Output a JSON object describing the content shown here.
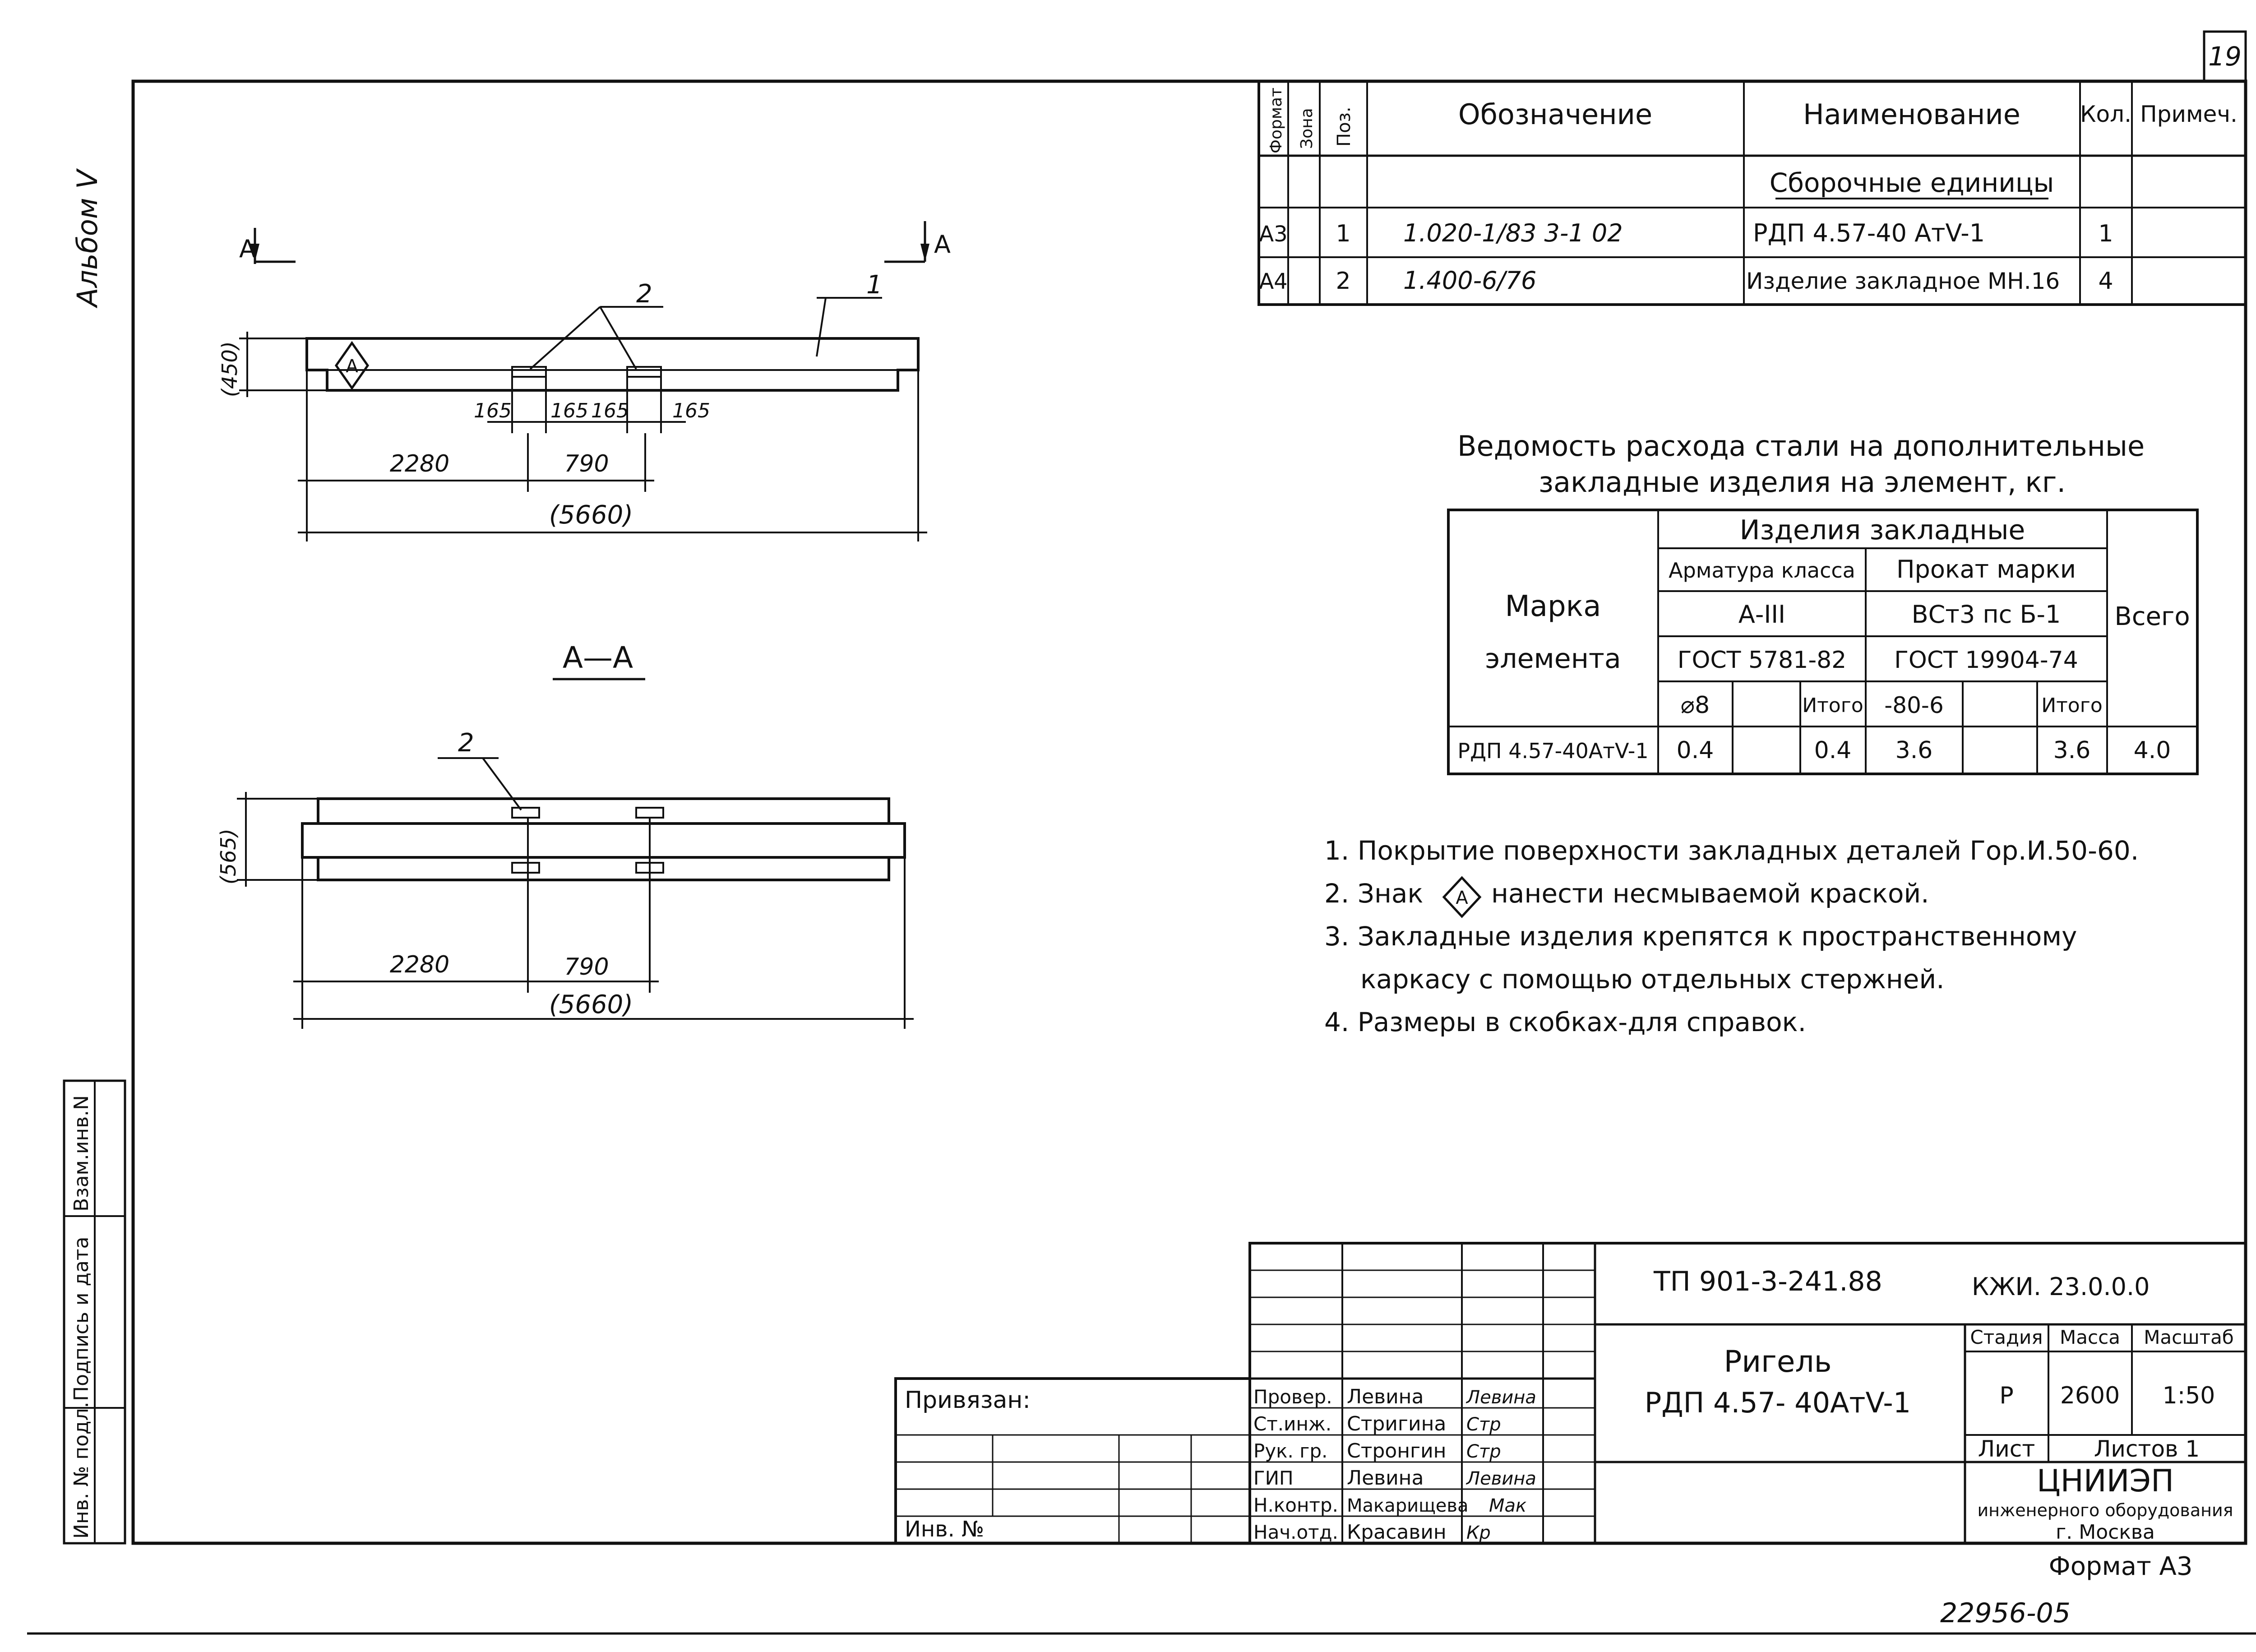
{
  "page_number": "19",
  "album_label": "Альбом V",
  "spec": {
    "headers": {
      "format": "Формат",
      "zone": "Зона",
      "pos": "Поз.",
      "designation": "Обозначение",
      "name": "Наименование",
      "qty": "Кол.",
      "note": "Примеч."
    },
    "section_title": "Сборочные единицы",
    "rows": [
      {
        "format": "А3",
        "pos": "1",
        "designation": "1.020-1/83 3-1 02",
        "name": "РДП 4.57-40 АтV-1",
        "qty": "1",
        "note": ""
      },
      {
        "format": "А4",
        "pos": "2",
        "designation": "1.400-6/76",
        "name": "Изделие закладное МН.16",
        "qty": "4",
        "note": ""
      }
    ]
  },
  "plan_view": {
    "section_mark_letter": "А",
    "callout_1": "1",
    "callout_2": "2",
    "height_dim": "(450)",
    "dims_small": [
      "165",
      "165",
      "165",
      "165"
    ],
    "dim_2280": "2280",
    "dim_790": "790",
    "dim_total": "(5660)",
    "diamond_label": "А"
  },
  "section_view": {
    "title": "А—А",
    "callout_2": "2",
    "height_dim": "(565)",
    "dim_2280": "2280",
    "dim_790": "790",
    "dim_total": "(5660)"
  },
  "steel_table": {
    "title_line1": "Ведомость расхода стали на дополнительные",
    "title_line2": "закладные изделия на элемент, кг.",
    "mark_header_1": "Марка",
    "mark_header_2": "элемента",
    "group_header": "Изделия закладные",
    "rebar_header": "Арматура класса",
    "rebar_class": "А-III",
    "rebar_gost": "ГОСТ 5781-82",
    "rolled_header": "Прокат марки",
    "rolled_grade": "ВСт3 пс Б-1",
    "rolled_gost": "ГОСТ 19904-74",
    "total_header": "Всего",
    "sub_d8": "⌀8",
    "sub_total1": "Итого",
    "sub_80x6": "-80-6",
    "sub_total2": "Итого",
    "row": {
      "mark": "РДП 4.57-40АтV-1",
      "d8": "0.4",
      "blank1": "",
      "total1": "0.4",
      "v80x6": "3.6",
      "blank2": "",
      "total2": "3.6",
      "total": "4.0"
    }
  },
  "notes": [
    "1. Покрытие поверхности закладных деталей Гор.И.50-60.",
    "2. Знак",
    "нанести несмываемой краской.",
    "3. Закладные изделия крепятся к пространственному",
    "каркасу с помощью отдельных стержней.",
    "4. Размеры в скобках-для справок."
  ],
  "note2_symbol": "А",
  "left_strip": {
    "inv_orig": "Инв. № подл.",
    "sign_date": "Подпись и дата",
    "inv_replace": "Взам.инв.N"
  },
  "title_block": {
    "privyazan": "Привязан:",
    "inv_no": "Инв. №",
    "doc_code": "ТП 901-3-241.88",
    "sheet_code": "КЖИ. 23.0.0.0",
    "item_name_1": "Ригель",
    "item_name_2": "РДП 4.57- 40АтV-1",
    "stage_h": "Стадия",
    "mass_h": "Масса",
    "scale_h": "Масштаб",
    "stage": "Р",
    "mass": "2600",
    "scale": "1:50",
    "sheet_h": "Лист",
    "sheets_h": "Листов 1",
    "org_1": "ЦНИИЭП",
    "org_2": "инженерного оборудования",
    "org_3": "г. Москва",
    "format_label": "Формат А3",
    "staff": [
      {
        "role": "Провер.",
        "name": "Левина",
        "sign": "Левина"
      },
      {
        "role": "Ст.инж.",
        "name": "Стригина",
        "sign": "Стр"
      },
      {
        "role": "Рук. гр.",
        "name": "Стронгин",
        "sign": "Стр"
      },
      {
        "role": "ГИП",
        "name": "Левина",
        "sign": "Левина"
      },
      {
        "role": "Н.контр.",
        "name": "Макарищева",
        "sign": "Мак"
      },
      {
        "role": "Нач.отд.",
        "name": "Красавин",
        "sign": "Кр"
      }
    ]
  },
  "archive_no": "22956-05"
}
